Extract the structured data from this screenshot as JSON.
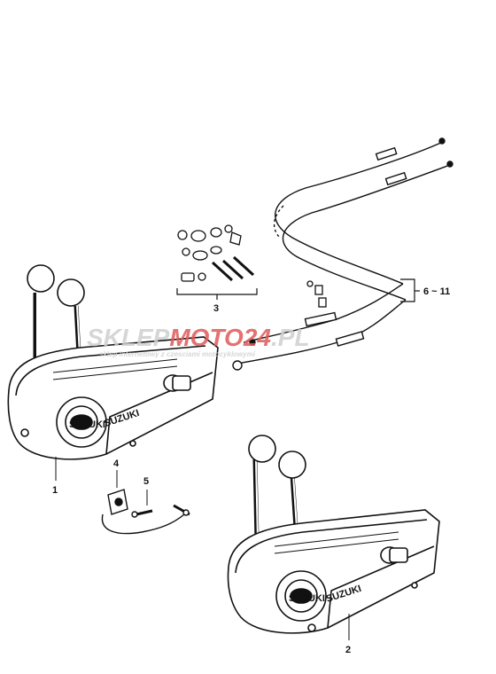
{
  "watermark": {
    "text_part1": "SKLEP",
    "text_part2": "MOTO",
    "text_part3": "24",
    "text_part4": ".PL",
    "subtitle": "sklep internetowy z czesciami motocyklowymi",
    "color_gray": "#cfcfcf",
    "color_red": "#e05a5a"
  },
  "callouts": [
    {
      "id": "1",
      "text": "1"
    },
    {
      "id": "2",
      "text": "2"
    },
    {
      "id": "3",
      "text": "3"
    },
    {
      "id": "4",
      "text": "4"
    },
    {
      "id": "5",
      "text": "5"
    },
    {
      "id": "6-11",
      "text": "6 ~ 11"
    }
  ],
  "housing_logo": "SUZUKI",
  "knob_badge": "SUZUKI",
  "colors": {
    "ink": "#111111",
    "paper": "#ffffff"
  }
}
